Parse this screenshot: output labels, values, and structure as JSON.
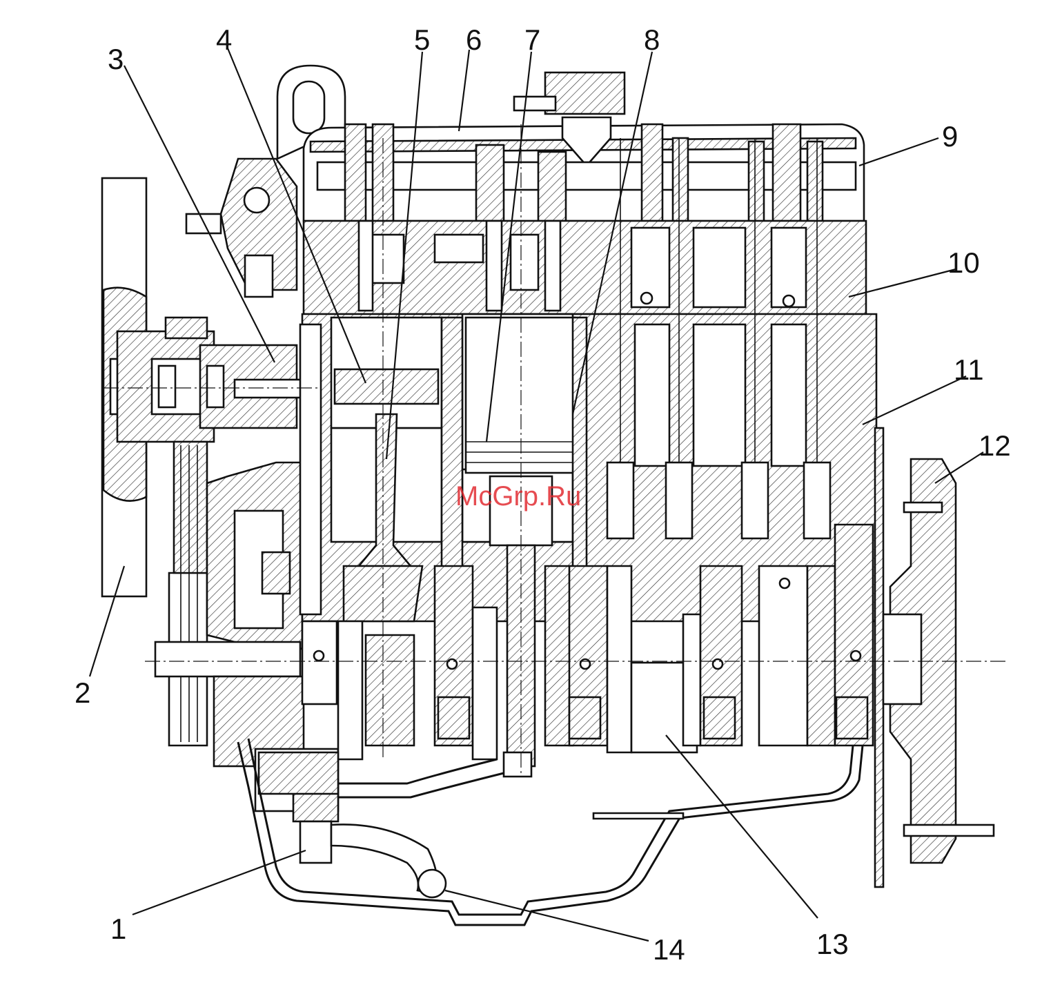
{
  "diagram": {
    "watermark": "McGrp.Ru",
    "callouts": [
      {
        "id": "c1",
        "label": "1"
      },
      {
        "id": "c2",
        "label": "2"
      },
      {
        "id": "c3",
        "label": "3"
      },
      {
        "id": "c4",
        "label": "4"
      },
      {
        "id": "c5",
        "label": "5"
      },
      {
        "id": "c6",
        "label": "6"
      },
      {
        "id": "c7",
        "label": "7"
      },
      {
        "id": "c8",
        "label": "8"
      },
      {
        "id": "c9",
        "label": "9"
      },
      {
        "id": "c10",
        "label": "10"
      },
      {
        "id": "c11",
        "label": "11"
      },
      {
        "id": "c12",
        "label": "12"
      },
      {
        "id": "c13",
        "label": "13"
      },
      {
        "id": "c14",
        "label": "14"
      }
    ]
  }
}
